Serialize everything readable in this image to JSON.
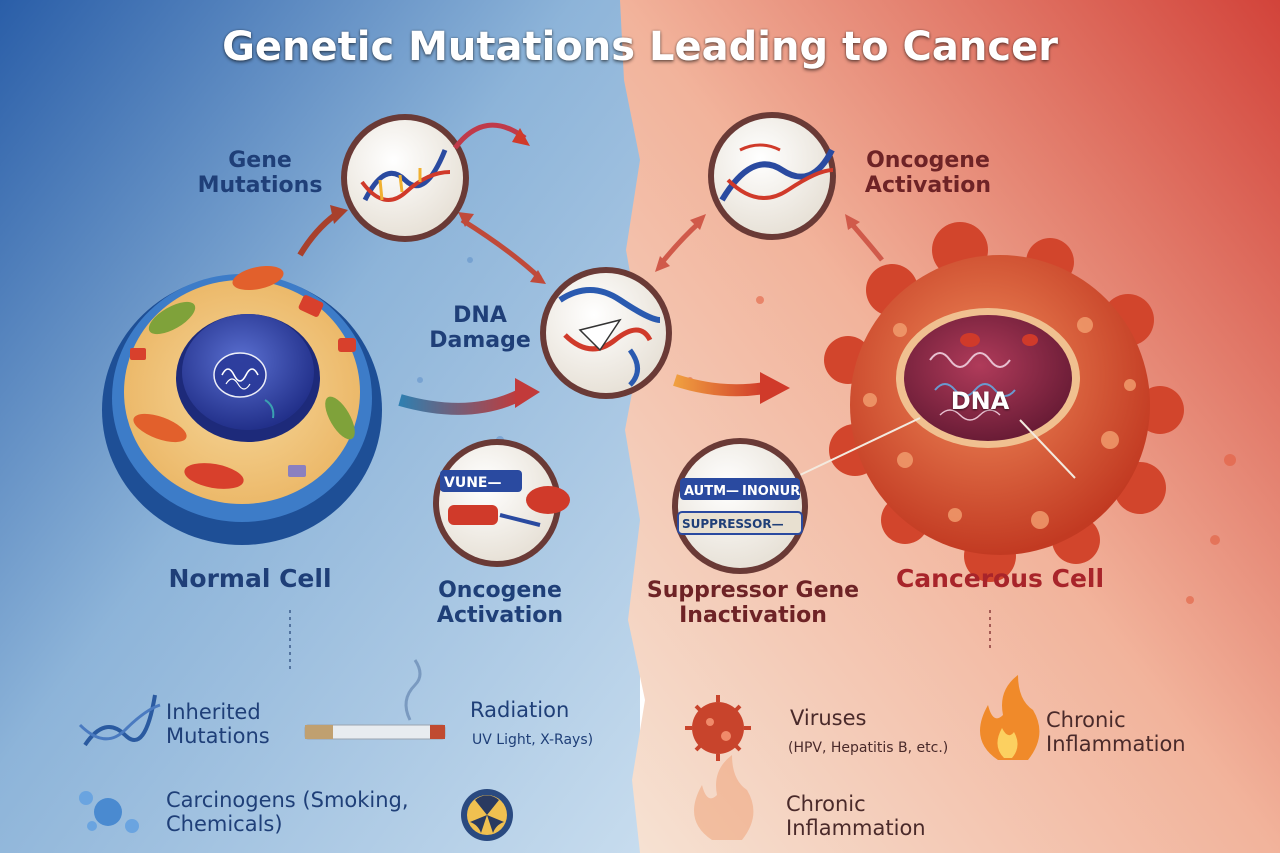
{
  "title": "Genetic Mutations Leading to Cancer",
  "labels": {
    "gene_mutations": "Gene\nMutations",
    "dna_damage": "DNA\nDamage",
    "oncogene_activation_top": "Oncogene\nActivation",
    "oncogene_activation_bottom": "Oncogene\nActivation",
    "suppressor_inactivation": "Suppressor Gene\nInactivation",
    "normal_cell": "Normal Cell",
    "cancerous_cell": "Cancerous Cell",
    "dna_in_cell": "DNA"
  },
  "circle_text": {
    "oncogene_tag": "VUNE—",
    "suppressor_tag1": "AUTM—",
    "suppressor_tag2": "INONUR",
    "suppressor_tag3": "SUPPRESSOR—"
  },
  "causes": {
    "inherited": "Inherited\nMutations",
    "carcinogens": "Carcinogens (Smoking,\nChemicals)",
    "radiation_title": "Radiation",
    "radiation_detail": "UV Light, X-Rays)",
    "viruses_title": "Viruses",
    "viruses_detail": "(HPV, Hepatitis B, etc.)",
    "chronic_right": "Chronic\nInflammation",
    "chronic_bottom": "Chronic\nInflammation"
  },
  "colors": {
    "normal_side": "#2f64a8",
    "cancer_side": "#d24b3a",
    "label_blue": "#1f3f78",
    "label_red": "#a8242a"
  },
  "icons": [
    "dna-icon",
    "molecule-icon",
    "cigarette-icon",
    "radiation-icon",
    "virus-icon",
    "flame-icon"
  ]
}
